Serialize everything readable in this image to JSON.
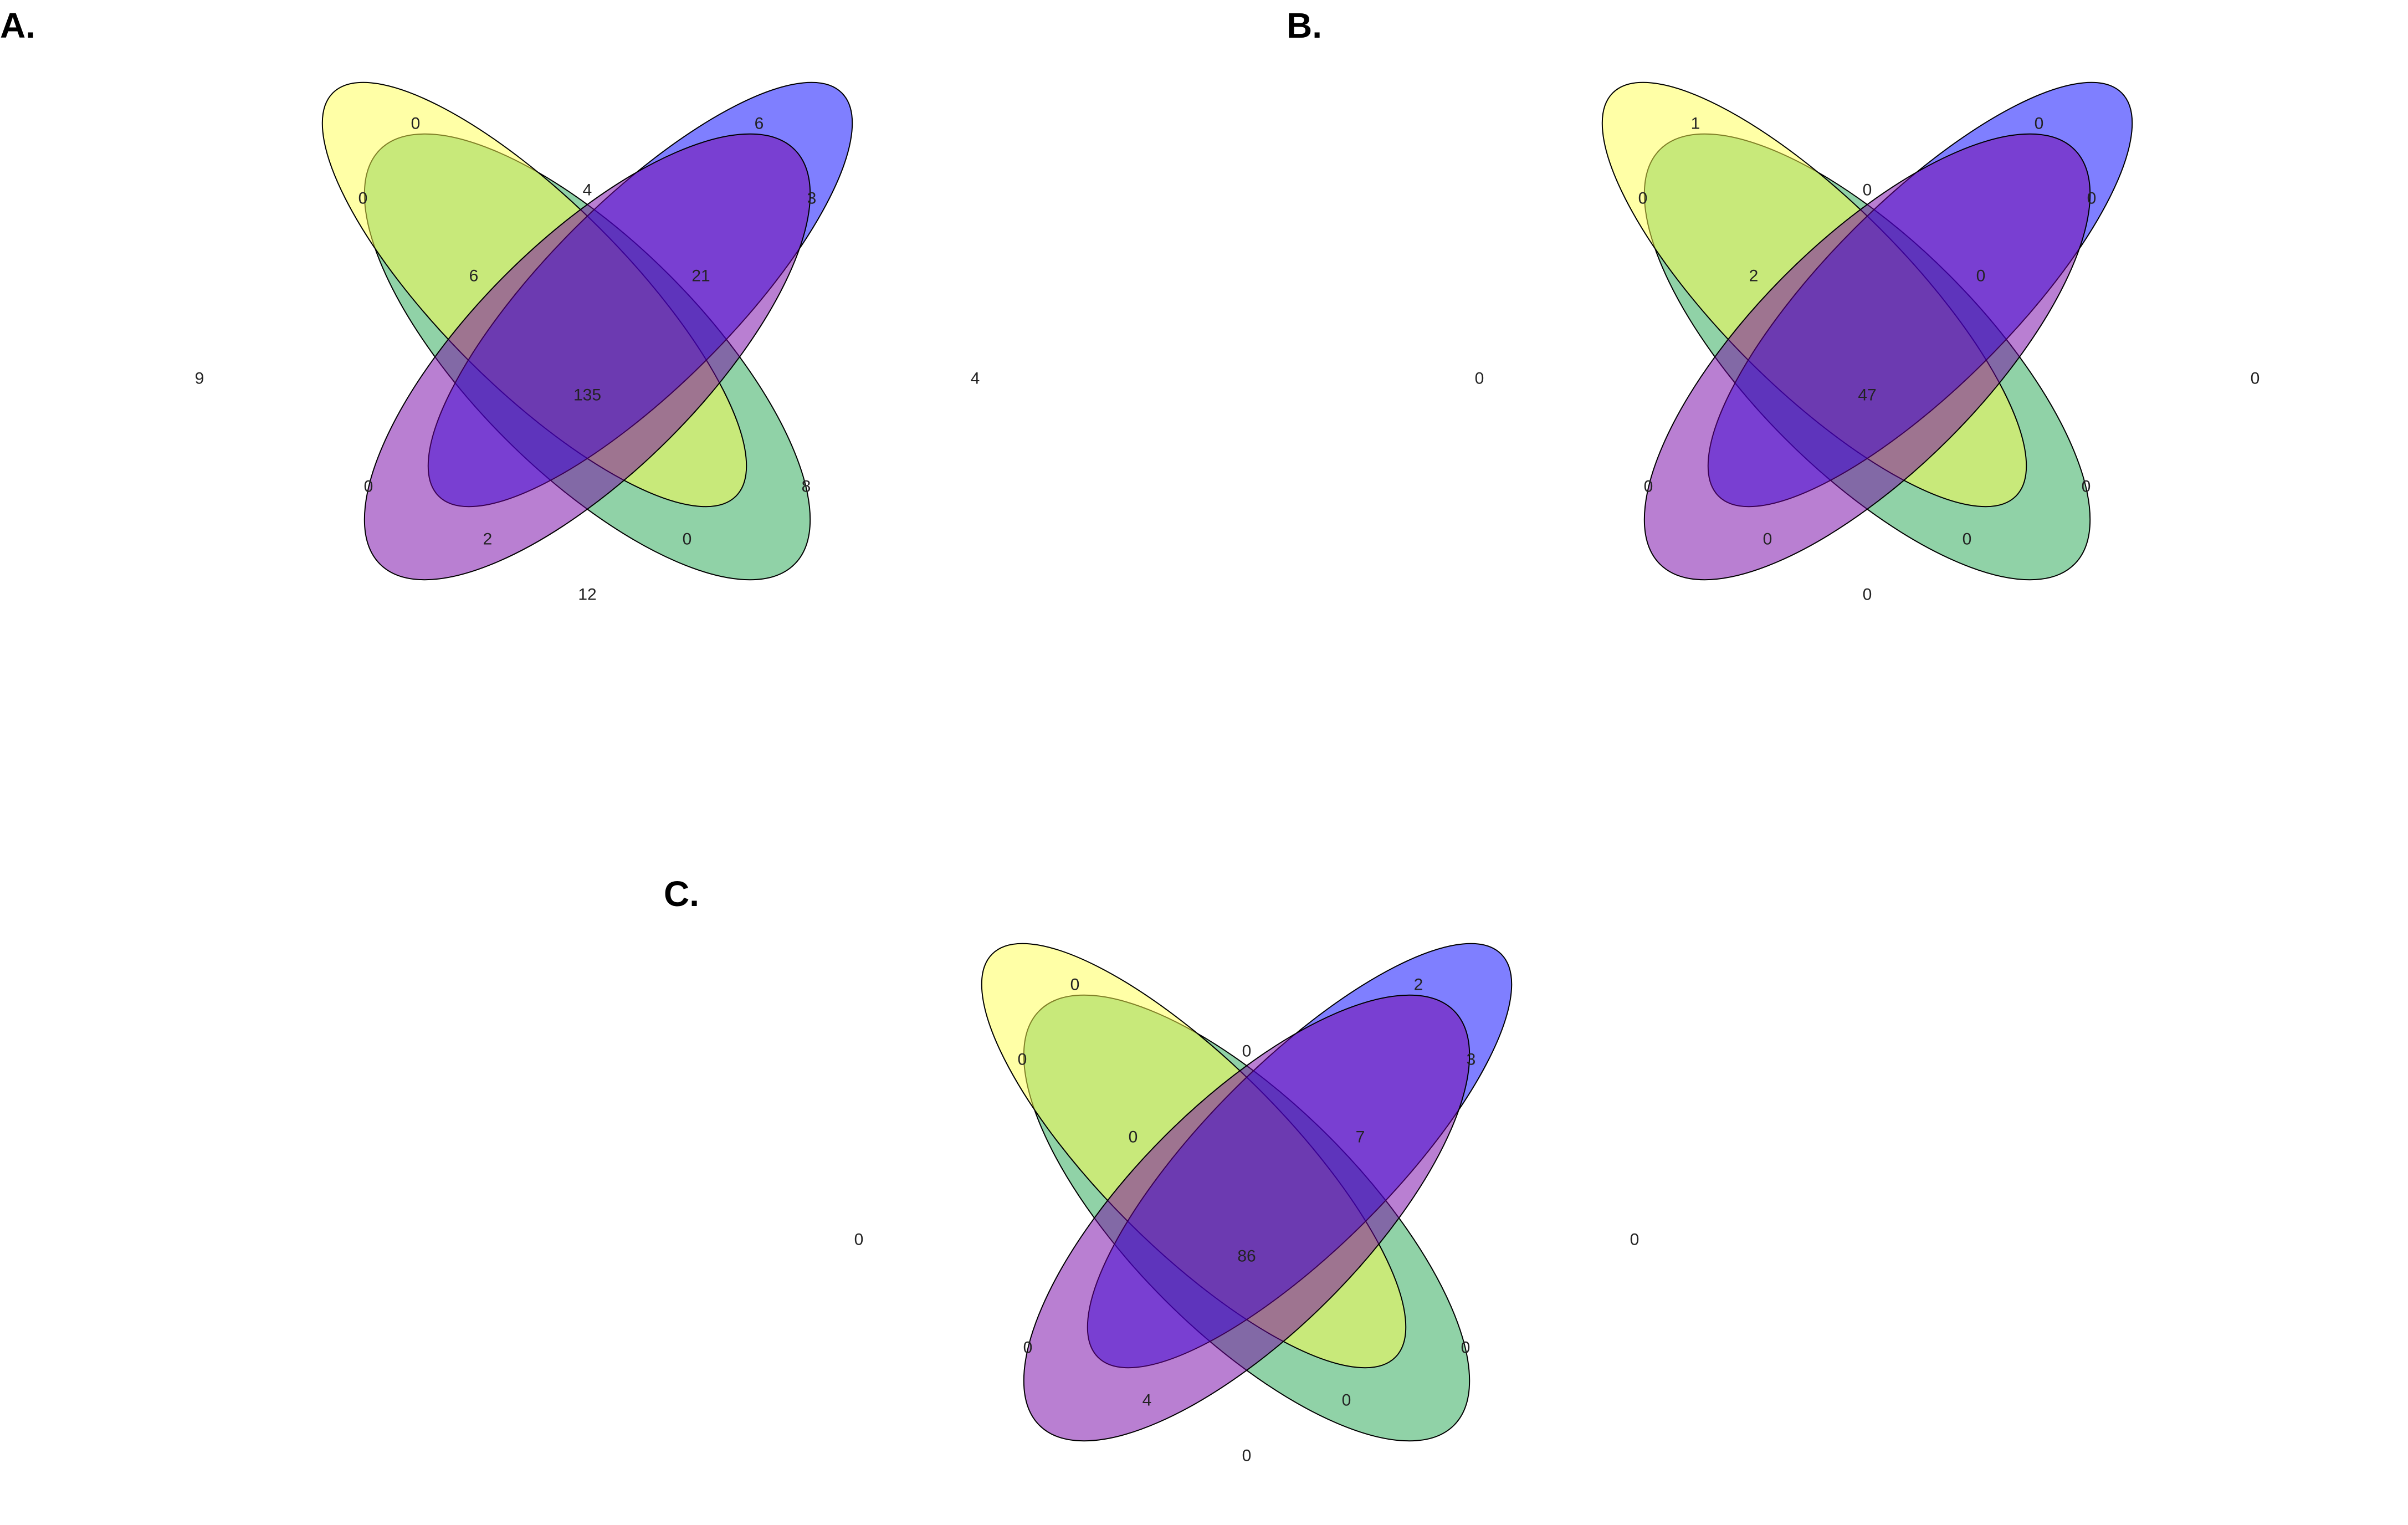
{
  "set_colors": [
    "#21a650",
    "#ffff4d",
    "#0000ff",
    "#7400a6"
  ],
  "set_opacity": 0.5,
  "region_keys": [
    "A",
    "B",
    "C",
    "D",
    "AB",
    "AC",
    "AD",
    "BC",
    "BD",
    "CD",
    "ABC",
    "ABD",
    "ACD",
    "BCD",
    "ABCD"
  ],
  "panels": [
    {
      "label": "A.",
      "counts": {
        "A": "9",
        "B": "0",
        "C": "6",
        "D": "4",
        "AB": "0",
        "AC": "0",
        "AD": "12",
        "BC": "4",
        "BD": "8",
        "CD": "3",
        "ABC": "6",
        "ABD": "0",
        "ACD": "2",
        "BCD": "21",
        "ABCD": "135"
      }
    },
    {
      "label": "B.",
      "counts": {
        "A": "0",
        "B": "1",
        "C": "0",
        "D": "0",
        "AB": "0",
        "AC": "0",
        "AD": "0",
        "BC": "0",
        "BD": "0",
        "CD": "0",
        "ABC": "2",
        "ABD": "0",
        "ACD": "0",
        "BCD": "0",
        "ABCD": "47"
      }
    },
    {
      "label": "C.",
      "counts": {
        "A": "0",
        "B": "0",
        "C": "2",
        "D": "0",
        "AB": "0",
        "AC": "0",
        "AD": "0",
        "BC": "0",
        "BD": "0",
        "CD": "3",
        "ABC": "0",
        "ABD": "0",
        "ACD": "4",
        "BCD": "7",
        "ABCD": "86"
      }
    }
  ]
}
